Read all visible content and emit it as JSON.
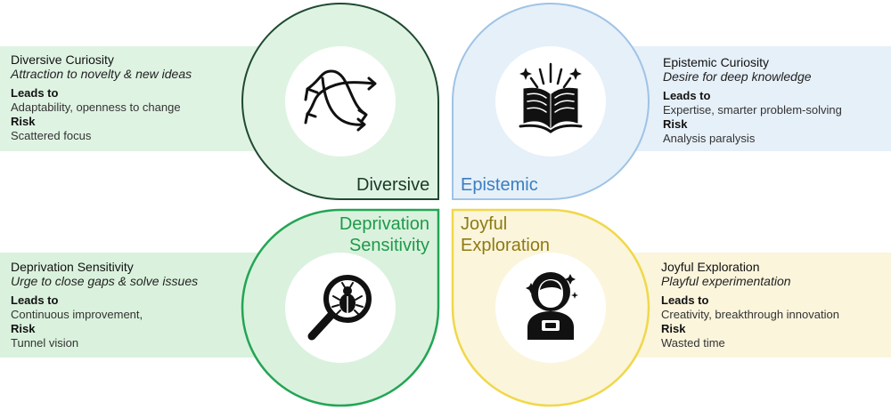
{
  "petals": {
    "diversive": {
      "label": "Diversive",
      "icon": "crossing-arrows-icon",
      "fill": "#dff3e3",
      "stroke": "#1f4a30"
    },
    "epistemic": {
      "label": "Epistemic",
      "icon": "open-book-icon",
      "fill": "#e6f0f9",
      "stroke": "#9fc3e6"
    },
    "deprivation": {
      "label_line1": "Deprivation",
      "label_line2": "Sensitivity",
      "icon": "magnifier-bug-icon",
      "fill": "#daf2dd",
      "stroke": "#23a555"
    },
    "joyful": {
      "label_line1": "Joyful",
      "label_line2": "Exploration",
      "icon": "astronaut-icon",
      "fill": "#fbf5dc",
      "stroke": "#f0d84a"
    }
  },
  "cards": {
    "diversive": {
      "title": "Diversive Curiosity",
      "subtitle": "Attraction to novelty & new ideas",
      "leads_label": "Leads to",
      "leads": "Adaptability, openness to change",
      "risk_label": "Risk",
      "risk": "Scattered focus"
    },
    "epistemic": {
      "title": "Epistemic Curiosity",
      "subtitle": "Desire for deep knowledge",
      "leads_label": "Leads to",
      "leads": "Expertise, smarter problem-solving",
      "risk_label": "Risk",
      "risk": "Analysis paralysis"
    },
    "deprivation": {
      "title": "Deprivation Sensitivity",
      "subtitle": "Urge to close gaps & solve issues",
      "leads_label": "Leads to",
      "leads": "Continuous improvement,",
      "risk_label": "Risk",
      "risk": "Tunnel vision"
    },
    "joyful": {
      "title": "Joyful Exploration",
      "subtitle": "Playful experimentation",
      "leads_label": "Leads to",
      "leads": "Creativity, breakthrough innovation",
      "risk_label": "Risk",
      "risk": "Wasted time"
    }
  }
}
